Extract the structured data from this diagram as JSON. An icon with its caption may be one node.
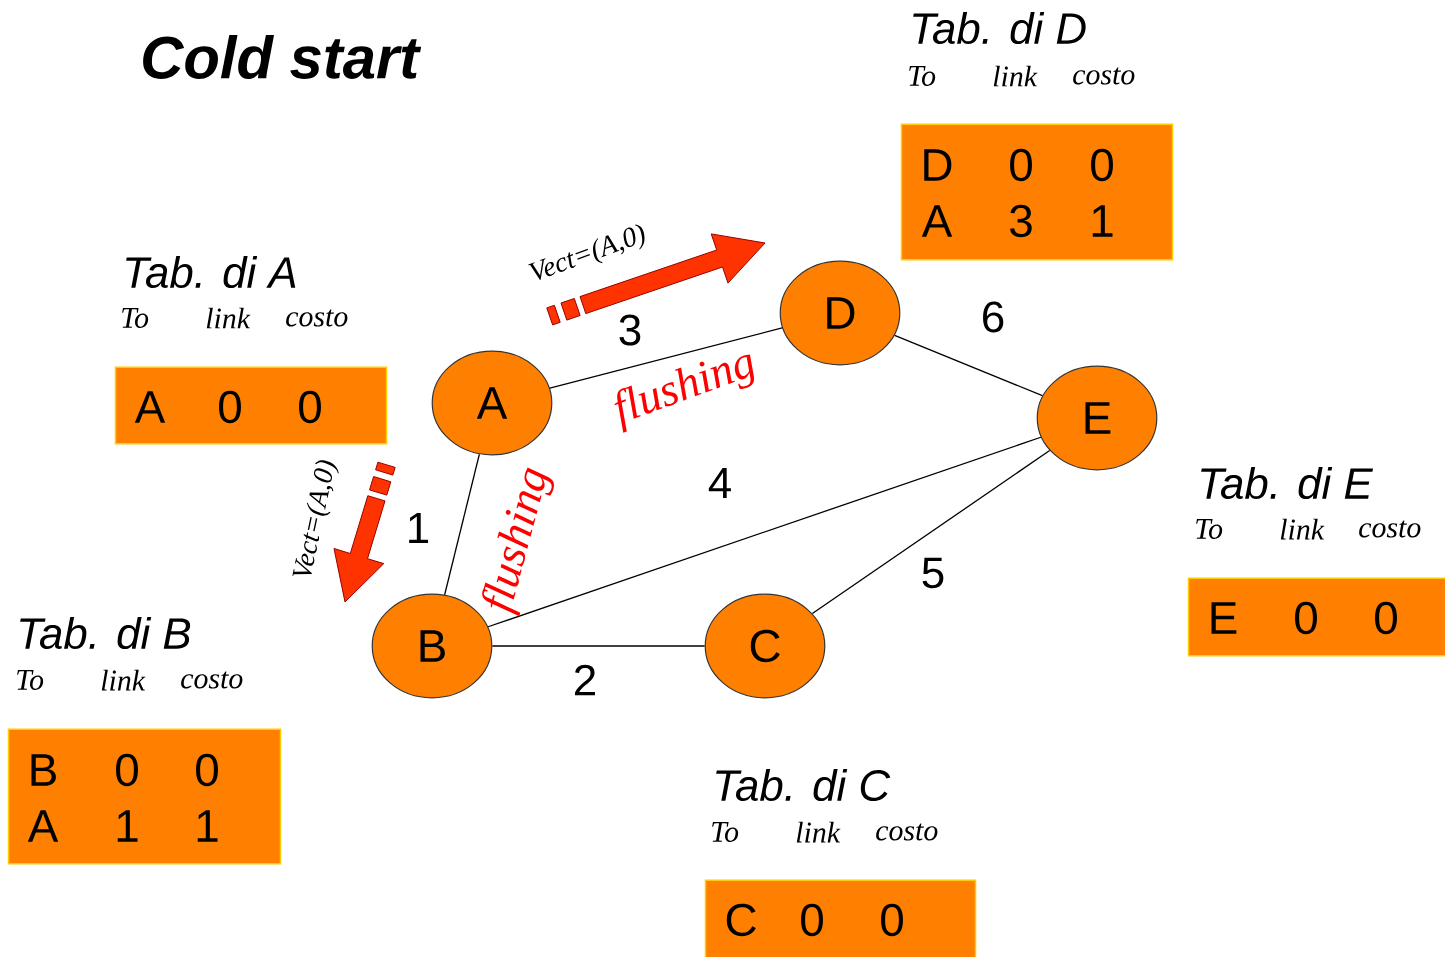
{
  "diagram": {
    "title": "Cold start",
    "nodes": [
      {
        "text": [
          "A"
        ]
      },
      {
        "text": [
          "B"
        ]
      },
      {
        "text": [
          "C"
        ]
      },
      {
        "text": [
          "D"
        ]
      },
      {
        "text": [
          "E"
        ]
      },
      {
        "text": [
          "Tab. di A",
          "To",
          "link",
          "costo",
          "A",
          "0",
          "0"
        ]
      },
      {
        "text": [
          "Tab. di B",
          "To",
          "link",
          "costo",
          "B",
          "0",
          "0",
          "A",
          "1",
          "1"
        ]
      },
      {
        "text": [
          "Tab. di C",
          "To",
          "link",
          "costo",
          "C",
          "0",
          "0"
        ]
      },
      {
        "text": [
          "Tab. di D",
          "To",
          "link",
          "costo",
          "D",
          "0",
          "0",
          "A",
          "3",
          "1"
        ]
      },
      {
        "text": [
          "Tab. di E",
          "To",
          "link",
          "costo",
          "E",
          "0",
          "0"
        ]
      }
    ],
    "edges": [
      {
        "from": 0,
        "to": 3,
        "arrow": "none",
        "label": "3"
      },
      {
        "from": 0,
        "to": 1,
        "arrow": "none",
        "label": "1"
      },
      {
        "from": 1,
        "to": 2,
        "arrow": "none",
        "label": "2"
      },
      {
        "from": 1,
        "to": 4,
        "arrow": "none",
        "label": "4"
      },
      {
        "from": 2,
        "to": 4,
        "arrow": "none",
        "label": "5"
      },
      {
        "from": 3,
        "to": 4,
        "arrow": "none",
        "label": "6"
      }
    ],
    "labels": [
      "Vect=(A,0)",
      "flushing",
      "Vect=(A,0)",
      "flushing"
    ]
  }
}
